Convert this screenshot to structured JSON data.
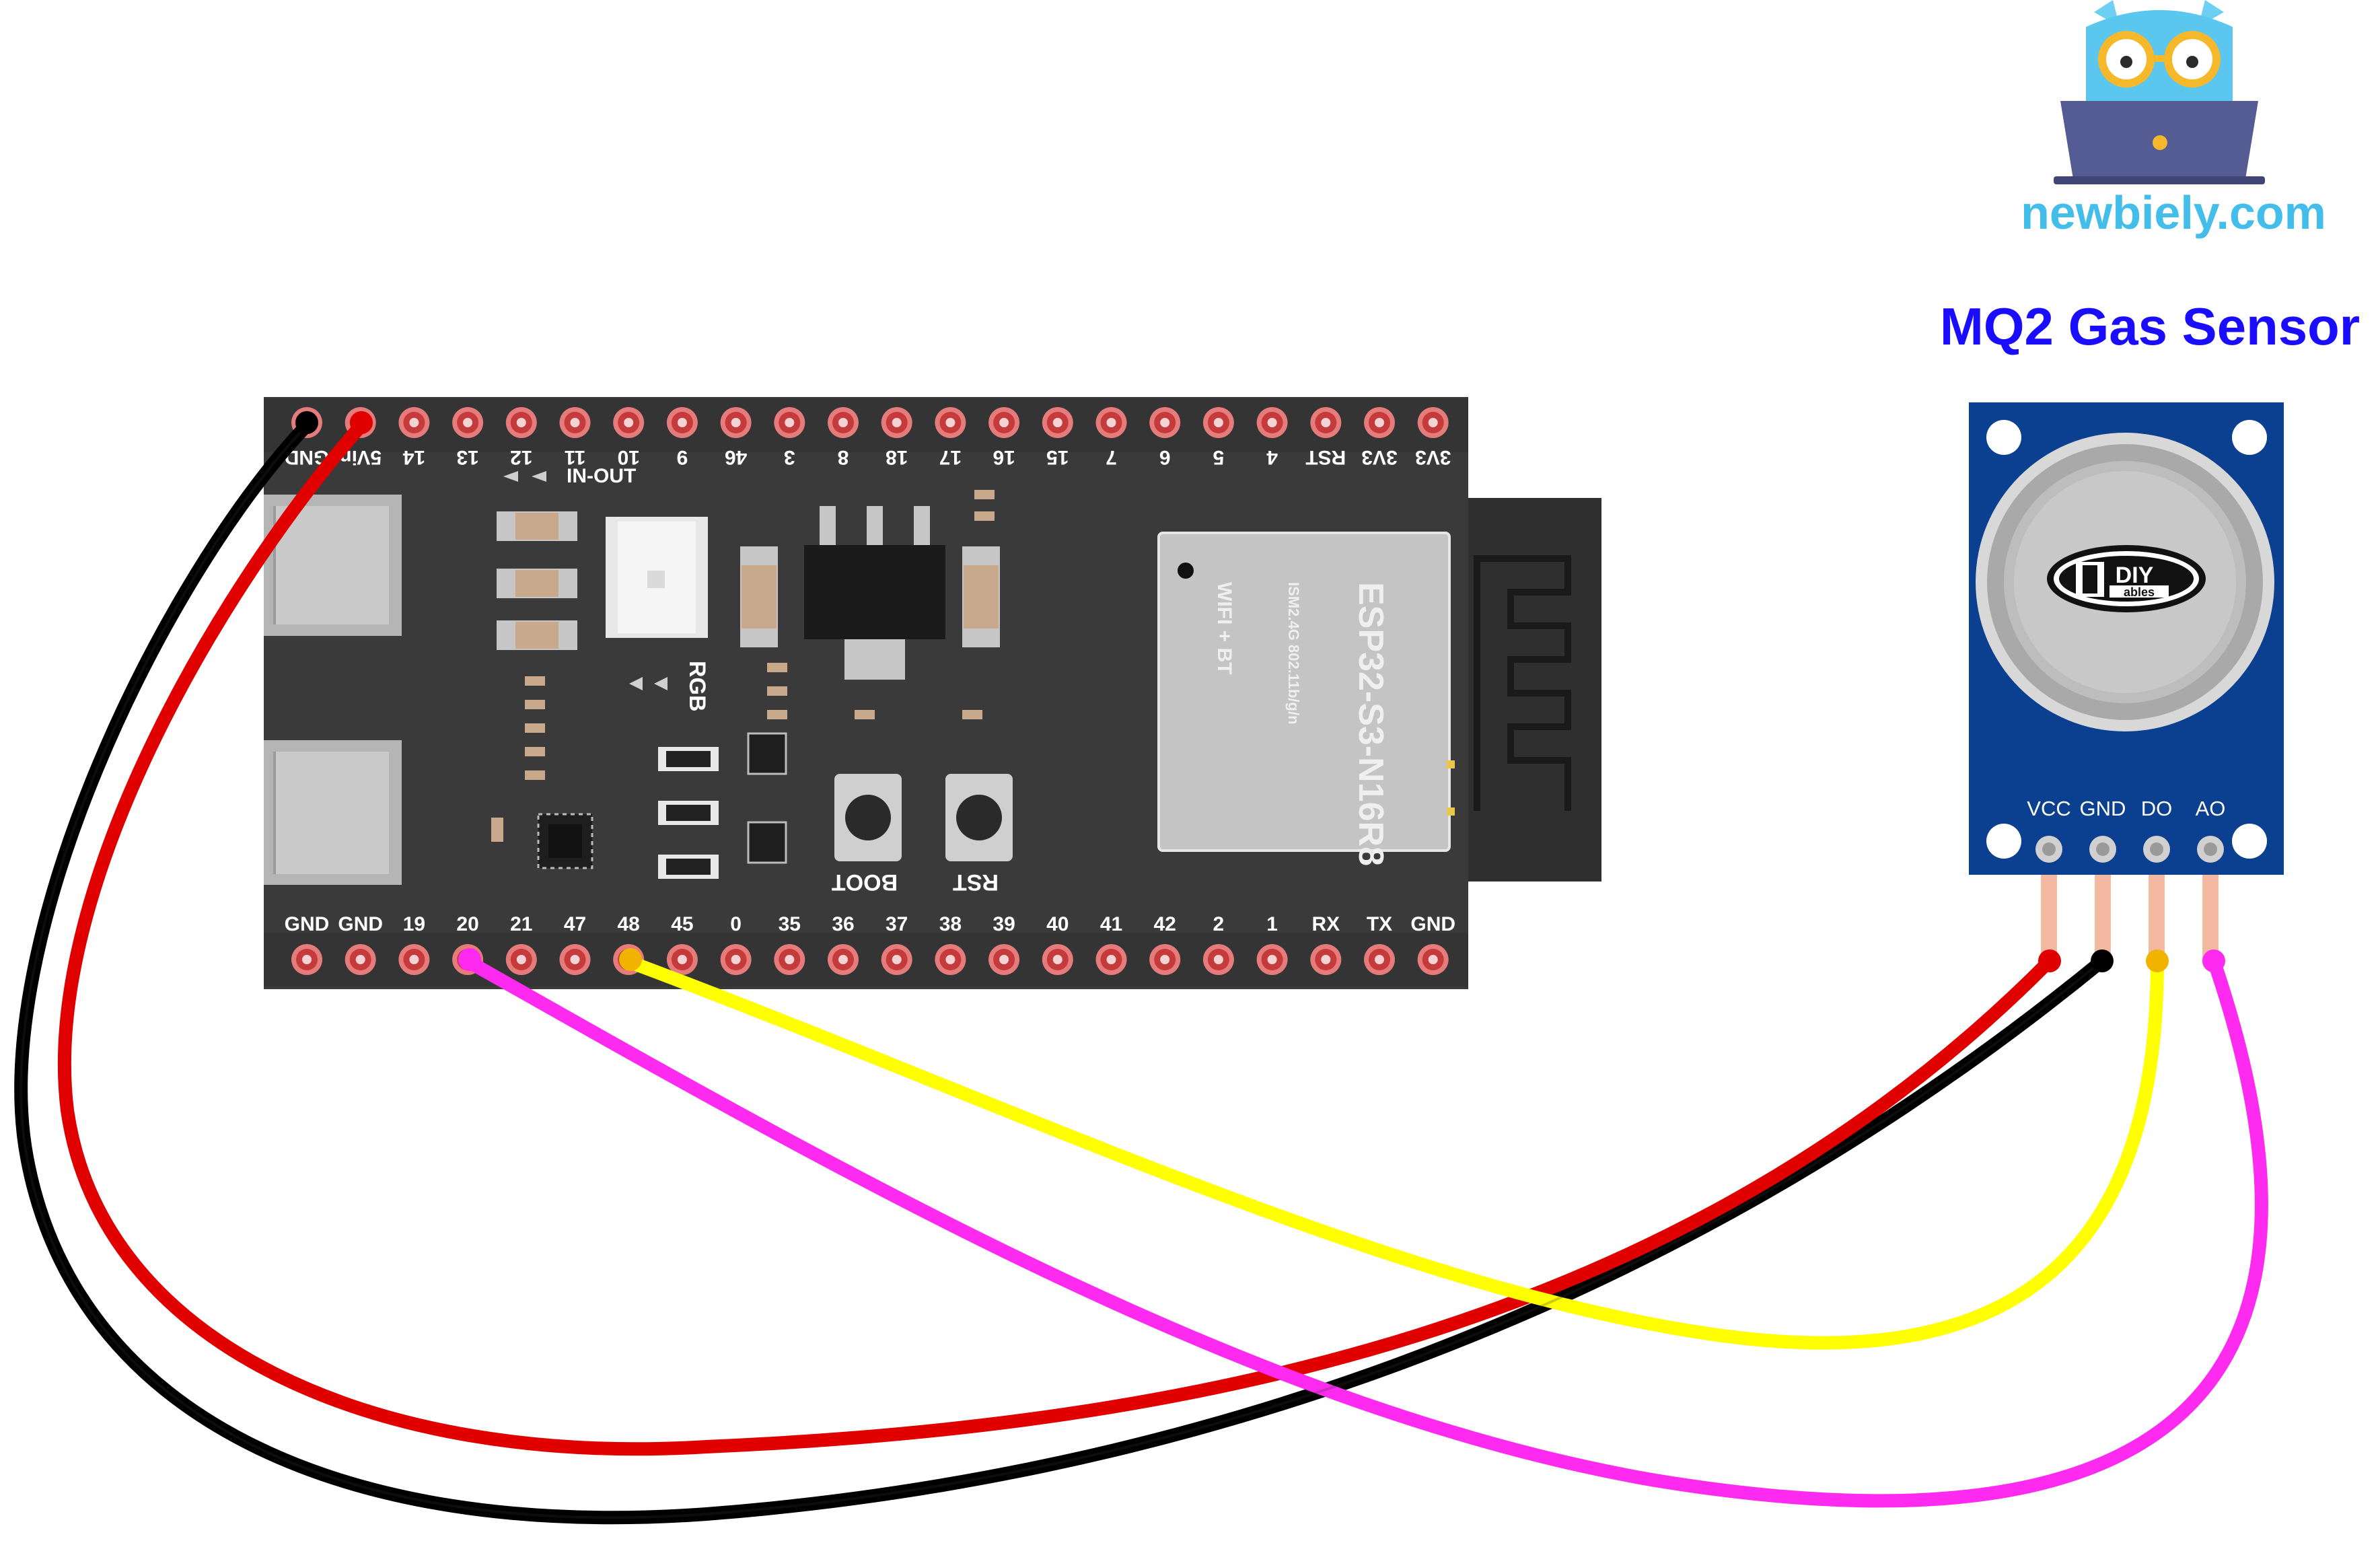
{
  "brand": {
    "site": "newbiely.com",
    "logo_icon": "owl-laptop-icon"
  },
  "sensor": {
    "title": "MQ2 Gas Sensor",
    "pins": [
      "VCC",
      "GND",
      "DO",
      "AO"
    ],
    "logo": {
      "top": "DIY",
      "bottom": "ables"
    },
    "board_color": "#0b3f90"
  },
  "board": {
    "top_pins": [
      "GND",
      "5Vin",
      "14",
      "13",
      "12",
      "11",
      "10",
      "9",
      "46",
      "3",
      "8",
      "18",
      "17",
      "16",
      "15",
      "7",
      "6",
      "5",
      "4",
      "RST",
      "3V3",
      "3V3"
    ],
    "bottom_pins": [
      "GND",
      "GND",
      "19",
      "20",
      "21",
      "47",
      "48",
      "45",
      "0",
      "35",
      "36",
      "37",
      "38",
      "39",
      "40",
      "41",
      "42",
      "2",
      "1",
      "RX",
      "TX",
      "GND"
    ],
    "module": {
      "name": "ESP32-S3-N16R8",
      "spec": "ISM2.4G 802.11b/g/n",
      "wifi": "WIFI + BT"
    },
    "labels": {
      "in_out": "IN-OUT",
      "rgb": "RGB",
      "boot": "BOOT",
      "rst": "RST"
    },
    "color": "#3a3a3a"
  },
  "wires": [
    {
      "from": "board.GND (top)",
      "to": "sensor.GND",
      "color": "#000000"
    },
    {
      "from": "board.5Vin (top)",
      "to": "sensor.VCC",
      "color": "#e00000"
    },
    {
      "from": "board.48",
      "to": "sensor.DO",
      "color": "#ffff00"
    },
    {
      "from": "board.20",
      "to": "sensor.AO",
      "color": "#ff2af0"
    }
  ]
}
